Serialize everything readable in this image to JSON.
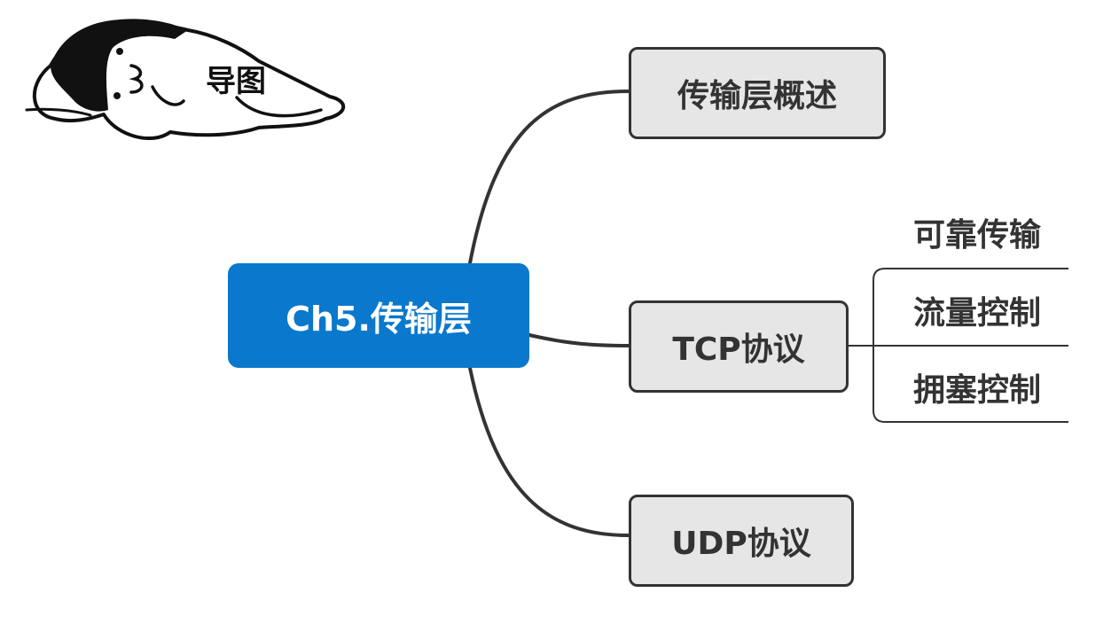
{
  "mascot": {
    "label": "导图",
    "icon": "lying-cartoon-person-icon"
  },
  "root": {
    "label": "Ch5.传输层",
    "color": "#0a78cc"
  },
  "branches": [
    {
      "label": "传输层概述"
    },
    {
      "label": "TCP协议",
      "children": [
        "可靠传输",
        "流量控制",
        "拥塞控制"
      ]
    },
    {
      "label": "UDP协议"
    }
  ],
  "colors": {
    "branch_fill": "#e6e6e6",
    "line": "#333333"
  }
}
